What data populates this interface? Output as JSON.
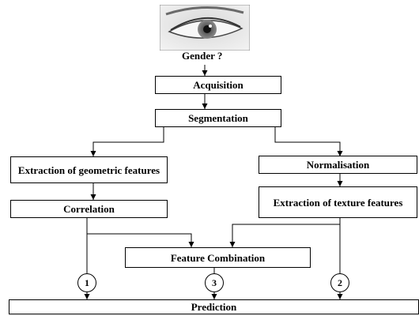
{
  "question_label": "Gender ?",
  "steps": {
    "acquisition": "Acquisition",
    "segmentation": "Segmentation",
    "geometric": "Extraction of geometric features",
    "correlation": "Correlation",
    "normalisation": "Normalisation",
    "texture": "Extraction of texture features",
    "combination": "Feature Combination",
    "prediction": "Prediction"
  },
  "paths": {
    "p1": "1",
    "p2": "2",
    "p3": "3"
  }
}
